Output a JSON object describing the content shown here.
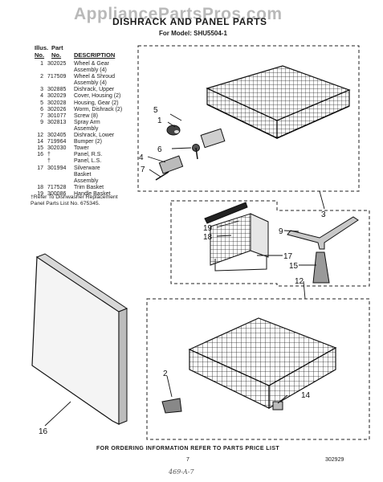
{
  "watermark": "AppliancePartsPros.com",
  "title": "DISHRACK AND PANEL PARTS",
  "model_line": "For Model: SHU5504-1",
  "columns": {
    "illus_line1": "Illus.",
    "illus_line2": "No.",
    "part_line1": "Part",
    "part_line2": "No.",
    "description": "DESCRIPTION"
  },
  "parts": [
    {
      "illus": "1",
      "part": "302025",
      "desc": "Wheel & Gear"
    },
    {
      "illus": "",
      "part": "",
      "desc": "Assembly (4)"
    },
    {
      "illus": "2",
      "part": "717509",
      "desc": "Wheel & Shroud"
    },
    {
      "illus": "",
      "part": "",
      "desc": "Assembly (4)"
    },
    {
      "illus": "3",
      "part": "302885",
      "desc": "Dishrack, Upper"
    },
    {
      "illus": "4",
      "part": "302029",
      "desc": "Cover, Housing (2)"
    },
    {
      "illus": "5",
      "part": "302028",
      "desc": "Housing, Gear (2)"
    },
    {
      "illus": "6",
      "part": "302026",
      "desc": "Worm, Dishrack (2)"
    },
    {
      "illus": "7",
      "part": "301077",
      "desc": "Screw (8)"
    },
    {
      "illus": "9",
      "part": "302813",
      "desc": "Spray Arm"
    },
    {
      "illus": "",
      "part": "",
      "desc": "Assembly"
    },
    {
      "illus": "12",
      "part": "302405",
      "desc": "Dishrack, Lower"
    },
    {
      "illus": "14",
      "part": "719964",
      "desc": "Bumper (2)"
    },
    {
      "illus": "15",
      "part": "302030",
      "desc": "Tower"
    },
    {
      "illus": "16",
      "part": "†",
      "desc": "Panel, R.S."
    },
    {
      "illus": "",
      "part": "†",
      "desc": "Panel, L.S."
    },
    {
      "illus": "17",
      "part": "301994",
      "desc": "Silverware"
    },
    {
      "illus": "",
      "part": "",
      "desc": "Basket"
    },
    {
      "illus": "",
      "part": "",
      "desc": "Assembly"
    },
    {
      "illus": "18",
      "part": "717528",
      "desc": "Trim Basket"
    },
    {
      "illus": "19",
      "part": "300086",
      "desc": "Handle Basket"
    }
  ],
  "note_line1": "†Refer To Dishwasher Replacement",
  "note_line2": "Panel Parts List No. 675345.",
  "callouts": {
    "c1": "1",
    "c2": "2",
    "c3": "3",
    "c4": "4",
    "c5": "5",
    "c6": "6",
    "c7": "7",
    "c9": "9",
    "c12": "12",
    "c14": "14",
    "c15": "15",
    "c16": "16",
    "c17": "17",
    "c18": "18",
    "c19": "19"
  },
  "footer": "FOR ORDERING INFORMATION REFER TO PARTS PRICE LIST",
  "page_number": "7",
  "doc_number": "302929",
  "handwritten": "469-A-7"
}
